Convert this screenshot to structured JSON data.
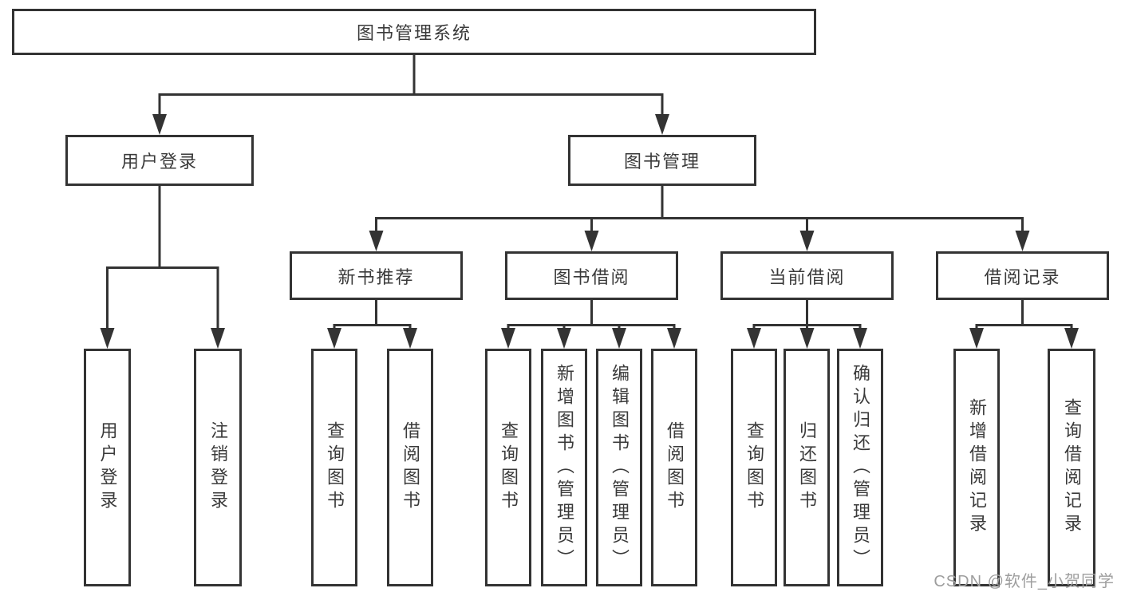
{
  "diagram_type": "hierarchy-tree",
  "tree": {
    "root_label": "图书管理系统",
    "branches": {
      "user_login": {
        "label": "用户登录",
        "children": [
          {
            "label": "用户登录"
          },
          {
            "label": "注销登录"
          }
        ]
      },
      "book_management": {
        "label": "图书管理",
        "sections": {
          "new_books": {
            "label": "新书推荐",
            "children": [
              {
                "label": "查询图书"
              },
              {
                "label": "借阅图书"
              }
            ]
          },
          "book_borrow": {
            "label": "图书借阅",
            "children": [
              {
                "label": "查询图书"
              },
              {
                "label": "新增图书（管理员）"
              },
              {
                "label": "编辑图书（管理员）"
              },
              {
                "label": "借阅图书"
              }
            ]
          },
          "current_borrow": {
            "label": "当前借阅",
            "children": [
              {
                "label": "查询图书"
              },
              {
                "label": "归还图书"
              },
              {
                "label": "确认归还（管理员）"
              }
            ]
          },
          "borrow_records": {
            "label": "借阅记录",
            "children": [
              {
                "label": "新增借阅记录"
              },
              {
                "label": "查询借阅记录"
              }
            ]
          }
        }
      }
    }
  },
  "watermark": {
    "text": "CSDN @软件_小贺同学"
  },
  "colors": {
    "line": "#333333",
    "text": "#3a3a3a",
    "watermark": "#9e9e9e",
    "background": "#ffffff"
  }
}
